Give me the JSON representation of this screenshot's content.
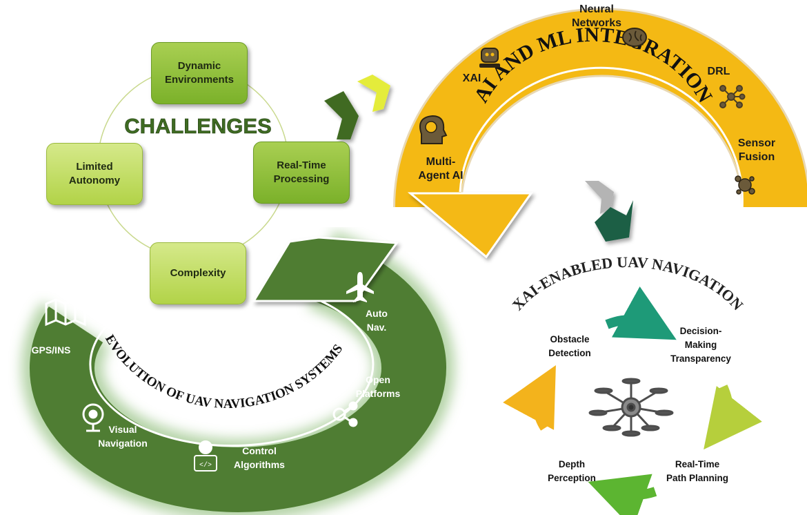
{
  "challenges": {
    "title": "CHALLENGES",
    "items": [
      "Dynamic\nEnvironments",
      "Real-Time\nProcessing",
      "Complexity",
      "Limited\nAutonomy"
    ]
  },
  "ai_ml": {
    "title": "AI AND ML INTEGRATION",
    "items": [
      "Neural\nNetworks",
      "XAI",
      "DRL",
      "Sensor\nFusion",
      "Multi-\nAgent AI"
    ]
  },
  "evolution": {
    "title": "EVOLUTION OF UAV NAVIGATION SYSTEMS",
    "items": [
      "GPS/INS",
      "Visual\nNavigation",
      "Control\nAlgorithms",
      "Open\nPlatforms",
      "Auto\nNav."
    ]
  },
  "xai_nav": {
    "title": "XAI-ENABLED UAV NAVIGATION",
    "items": [
      "Obstacle\nDetection",
      "Decision-\nMaking\nTransparency",
      "Real-Time\nPath Planning",
      "Depth\nPerception"
    ]
  },
  "colors": {
    "challenge_green": "#8dc03b",
    "title_green": "#3f6b22",
    "ai_gold": "#f4b914",
    "evolution_green": "#4f7d33",
    "cycle_teal": "#1e9a78",
    "cycle_olive": "#b6cf3c",
    "cycle_green": "#5cb531",
    "cycle_amber": "#f3b31c"
  },
  "icons": [
    "brain-icon",
    "robot-icon",
    "network-icon",
    "sensor-icon",
    "map-icon",
    "webcam-icon",
    "developer-icon",
    "share-icon",
    "airplane-icon",
    "drone-icon"
  ]
}
